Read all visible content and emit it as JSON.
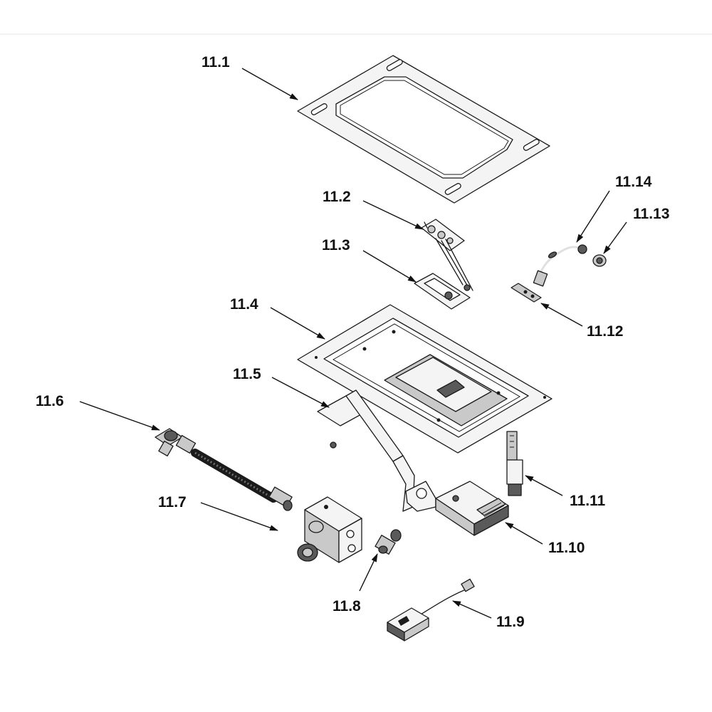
{
  "diagram": {
    "callouts": [
      {
        "id": "11.1",
        "text": "11.1"
      },
      {
        "id": "11.2",
        "text": "11.2"
      },
      {
        "id": "11.3",
        "text": "11.3"
      },
      {
        "id": "11.4",
        "text": "11.4"
      },
      {
        "id": "11.5",
        "text": "11.5"
      },
      {
        "id": "11.6",
        "text": "11.6"
      },
      {
        "id": "11.7",
        "text": "11.7"
      },
      {
        "id": "11.8",
        "text": "11.8"
      },
      {
        "id": "11.9",
        "text": "11.9"
      },
      {
        "id": "11.10",
        "text": "11.10"
      },
      {
        "id": "11.11",
        "text": "11.11"
      },
      {
        "id": "11.12",
        "text": "11.12"
      },
      {
        "id": "11.13",
        "text": "11.13"
      },
      {
        "id": "11.14",
        "text": "11.14"
      }
    ]
  }
}
